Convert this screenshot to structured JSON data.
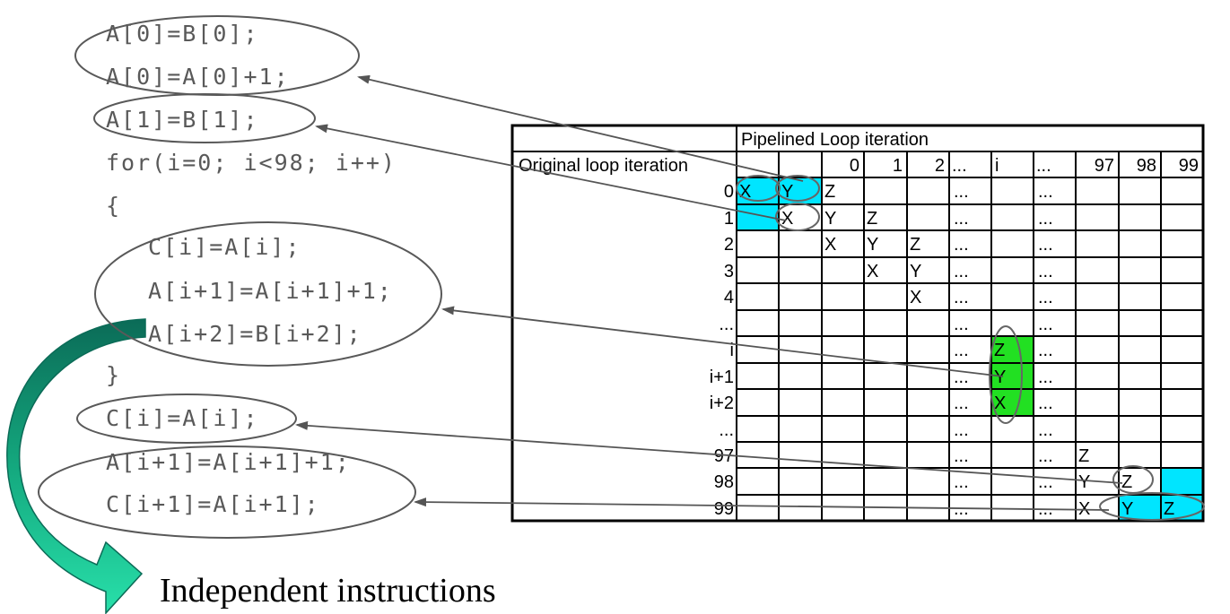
{
  "code_lines": [
    "A[0]=B[0];",
    "A[0]=A[0]+1;",
    "A[1]=B[1];",
    "for(i=0; i<98; i++)",
    "{",
    "C[i]=A[i];",
    "A[i+1]=A[i+1]+1;",
    "A[i+2]=B[i+2];",
    "}",
    "C[i]=A[i];",
    "A[i+1]=A[i+1]+1;",
    "C[i+1]=A[i+1];"
  ],
  "table": {
    "title": "Pipelined Loop iteration",
    "corner_label": "Original loop iteration",
    "col_headers": [
      "",
      "",
      "0",
      "1",
      "2",
      "...",
      "i",
      "...",
      "97",
      "98",
      "99"
    ],
    "row_headers": [
      "0",
      "1",
      "2",
      "3",
      "4",
      "...",
      "i",
      "i+1",
      "i+2",
      "...",
      "97",
      "98",
      "99"
    ],
    "cells": [
      [
        "X",
        "Y",
        "Z",
        "",
        "",
        "...",
        "",
        "...",
        "",
        "",
        ""
      ],
      [
        "",
        "X",
        "Y",
        "Z",
        "",
        "...",
        "",
        "...",
        "",
        "",
        ""
      ],
      [
        "",
        "",
        "X",
        "Y",
        "Z",
        "...",
        "",
        "...",
        "",
        "",
        ""
      ],
      [
        "",
        "",
        "",
        "X",
        "Y",
        "...",
        "",
        "...",
        "",
        "",
        ""
      ],
      [
        "",
        "",
        "",
        "",
        "X",
        "...",
        "",
        "...",
        "",
        "",
        ""
      ],
      [
        "",
        "",
        "",
        "",
        "",
        "...",
        "",
        "...",
        "",
        "",
        ""
      ],
      [
        "",
        "",
        "",
        "",
        "",
        "...",
        "Z",
        "...",
        "",
        "",
        ""
      ],
      [
        "",
        "",
        "",
        "",
        "",
        "...",
        "Y",
        "...",
        "",
        "",
        ""
      ],
      [
        "",
        "",
        "",
        "",
        "",
        "...",
        "X",
        "...",
        "",
        "",
        ""
      ],
      [
        "",
        "",
        "",
        "",
        "",
        "...",
        "",
        "...",
        "",
        "",
        ""
      ],
      [
        "",
        "",
        "",
        "",
        "",
        "...",
        "",
        "...",
        "Z",
        "",
        ""
      ],
      [
        "",
        "",
        "",
        "",
        "",
        "...",
        "",
        "...",
        "Y",
        "Z",
        ""
      ],
      [
        "",
        "",
        "",
        "",
        "",
        "...",
        "",
        "...",
        "X",
        "Y",
        "Z"
      ]
    ],
    "highlights": [
      {
        "row": 0,
        "col": 0,
        "color": "#00e5ff"
      },
      {
        "row": 0,
        "col": 1,
        "color": "#00e5ff"
      },
      {
        "row": 1,
        "col": 0,
        "color": "#00e5ff"
      },
      {
        "row": 6,
        "col": 6,
        "color": "#22e022"
      },
      {
        "row": 7,
        "col": 6,
        "color": "#22e022"
      },
      {
        "row": 8,
        "col": 6,
        "color": "#22e022"
      },
      {
        "row": 11,
        "col": 10,
        "color": "#00e5ff"
      },
      {
        "row": 12,
        "col": 9,
        "color": "#00e5ff"
      },
      {
        "row": 12,
        "col": 10,
        "color": "#00e5ff"
      }
    ]
  },
  "caption": "Independent instructions",
  "colors": {
    "arrow": "#555555",
    "ellipse": "#595959",
    "curved_arrow_fill": "#1fcf9a",
    "curved_arrow_dark": "#0b6b57"
  }
}
